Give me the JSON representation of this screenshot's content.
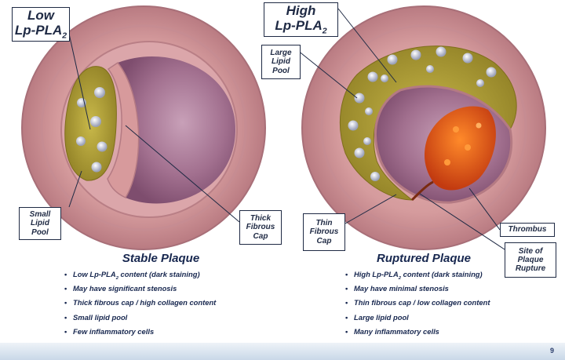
{
  "left_panel": {
    "header_callout": {
      "line1": "Low",
      "line2": "Lp-PLA",
      "sub": "2"
    },
    "lipid_callout": [
      "Small",
      "Lipid",
      "Pool"
    ],
    "cap_callout": [
      "Thick",
      "Fibrous",
      "Cap"
    ],
    "title": "Stable Plaque",
    "bullets": [
      {
        "text": "Low Lp-PLA",
        "sub": "2",
        "rest": " content (dark staining)"
      },
      {
        "text": "May have significant stenosis",
        "sub": "",
        "rest": ""
      },
      {
        "text": "Thick fibrous cap / high collagen content",
        "sub": "",
        "rest": ""
      },
      {
        "text": "Small lipid pool",
        "sub": "",
        "rest": ""
      },
      {
        "text": "Few inflammatory cells",
        "sub": "",
        "rest": ""
      }
    ]
  },
  "right_panel": {
    "header_callout": {
      "line1": "High",
      "line2": "Lp-PLA",
      "sub": "2"
    },
    "lipid_callout": [
      "Large",
      "Lipid",
      "Pool"
    ],
    "cap_callout": [
      "Thin",
      "Fibrous",
      "Cap"
    ],
    "thrombus_callout": "Thrombus",
    "rupture_callout": [
      "Site of",
      "Plaque",
      "Rupture"
    ],
    "title": "Ruptured Plaque",
    "bullets": [
      {
        "text": "High Lp-PLA",
        "sub": "2",
        "rest": " content (dark staining)"
      },
      {
        "text": "May have minimal stenosis",
        "sub": "",
        "rest": ""
      },
      {
        "text": "Thin fibrous cap / low collagen content",
        "sub": "",
        "rest": ""
      },
      {
        "text": "Large lipid pool",
        "sub": "",
        "rest": ""
      },
      {
        "text": "Many inflammatory cells",
        "sub": "",
        "rest": ""
      }
    ]
  },
  "page_number": "9",
  "colors": {
    "navy": "#17274f",
    "vessel_outer": "#c98f95",
    "vessel_inner": "#b07895",
    "lumen": "#9e6a8c",
    "lipid": "#b7a83a",
    "thrombus": "#e2561a",
    "footer": "#d9e4ef"
  }
}
